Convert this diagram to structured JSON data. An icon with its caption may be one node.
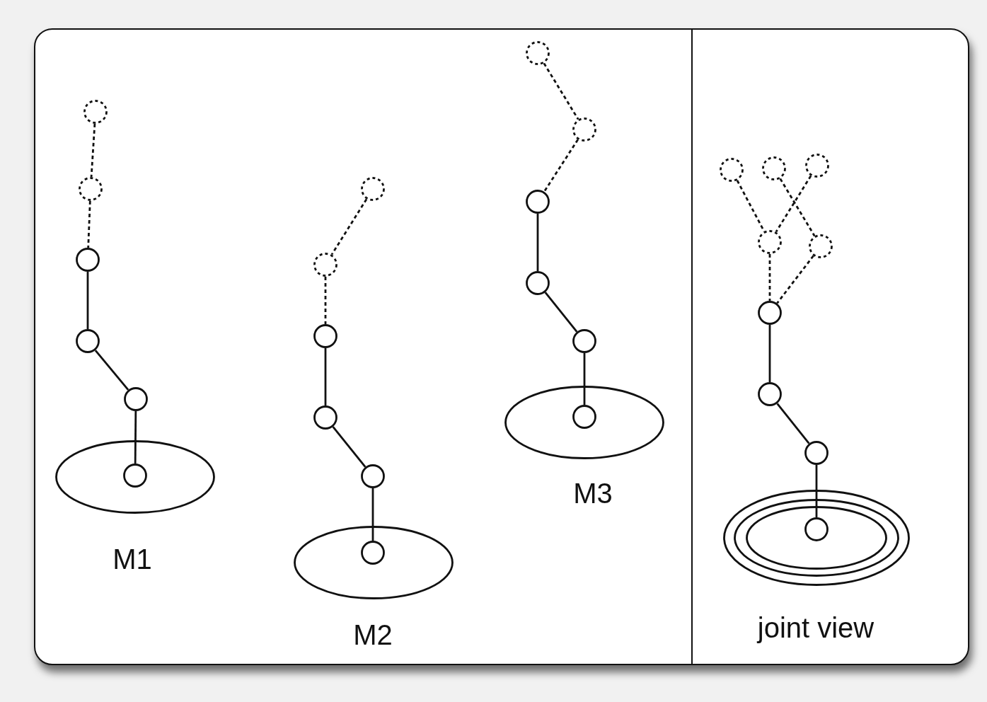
{
  "diagram": {
    "nodes": [
      {
        "text": [],
        "shape": "circle"
      },
      {
        "text": [],
        "shape": "circle"
      },
      {
        "text": [],
        "shape": "circle"
      },
      {
        "text": [],
        "shape": "circle"
      },
      {
        "text": [],
        "shape": "circle"
      },
      {
        "text": [],
        "shape": "ellipse"
      },
      {
        "text": [],
        "shape": "circle",
        "in": 5
      },
      {
        "text": [],
        "shape": "circle"
      },
      {
        "text": [],
        "shape": "circle"
      },
      {
        "text": [],
        "shape": "circle"
      },
      {
        "text": [],
        "shape": "circle"
      },
      {
        "text": [],
        "shape": "circle"
      },
      {
        "text": [],
        "shape": "ellipse"
      },
      {
        "text": [],
        "shape": "circle",
        "in": 12
      },
      {
        "text": [],
        "shape": "circle"
      },
      {
        "text": [],
        "shape": "circle"
      },
      {
        "text": [],
        "shape": "circle"
      },
      {
        "text": [],
        "shape": "circle"
      },
      {
        "text": [],
        "shape": "circle"
      },
      {
        "text": [],
        "shape": "ellipse"
      },
      {
        "text": [],
        "shape": "circle",
        "in": 19
      },
      {
        "text": [],
        "shape": "circle"
      },
      {
        "text": [],
        "shape": "circle"
      },
      {
        "text": [],
        "shape": "circle"
      },
      {
        "text": [],
        "shape": "circle"
      },
      {
        "text": [],
        "shape": "circle"
      },
      {
        "text": [],
        "shape": "circle"
      },
      {
        "text": [],
        "shape": "circle"
      },
      {
        "text": [],
        "shape": "circle"
      },
      {
        "text": [],
        "shape": "ellipse"
      },
      {
        "text": [],
        "shape": "ellipse",
        "in": 29
      },
      {
        "text": [],
        "shape": "ellipse",
        "in": 30
      },
      {
        "text": [],
        "shape": "circle",
        "in": 31
      }
    ],
    "edges": [
      {
        "from": 0,
        "to": 1,
        "arrow": "none",
        "style": "dashed"
      },
      {
        "from": 1,
        "to": 2,
        "arrow": "none",
        "style": "dashed"
      },
      {
        "from": 2,
        "to": 3,
        "arrow": "none"
      },
      {
        "from": 3,
        "to": 4,
        "arrow": "none"
      },
      {
        "from": 4,
        "to": 6,
        "arrow": "none"
      },
      {
        "from": 7,
        "to": 8,
        "arrow": "none",
        "style": "dashed"
      },
      {
        "from": 8,
        "to": 9,
        "arrow": "none",
        "style": "dashed"
      },
      {
        "from": 9,
        "to": 10,
        "arrow": "none"
      },
      {
        "from": 10,
        "to": 11,
        "arrow": "none"
      },
      {
        "from": 11,
        "to": 13,
        "arrow": "none"
      },
      {
        "from": 14,
        "to": 15,
        "arrow": "none",
        "style": "dashed"
      },
      {
        "from": 15,
        "to": 16,
        "arrow": "none",
        "style": "dashed"
      },
      {
        "from": 16,
        "to": 17,
        "arrow": "none"
      },
      {
        "from": 17,
        "to": 18,
        "arrow": "none"
      },
      {
        "from": 18,
        "to": 20,
        "arrow": "none"
      },
      {
        "from": 21,
        "to": 24,
        "arrow": "none",
        "style": "dashed"
      },
      {
        "from": 23,
        "to": 24,
        "arrow": "none",
        "style": "dashed"
      },
      {
        "from": 22,
        "to": 25,
        "arrow": "none",
        "style": "dashed"
      },
      {
        "from": 24,
        "to": 26,
        "arrow": "none",
        "style": "dashed"
      },
      {
        "from": 25,
        "to": 26,
        "arrow": "none",
        "style": "dashed"
      },
      {
        "from": 26,
        "to": 27,
        "arrow": "none"
      },
      {
        "from": 27,
        "to": 28,
        "arrow": "none"
      },
      {
        "from": 28,
        "to": 32,
        "arrow": "none"
      }
    ],
    "labels": [
      "M1",
      "M2",
      "M3",
      "joint view"
    ]
  }
}
